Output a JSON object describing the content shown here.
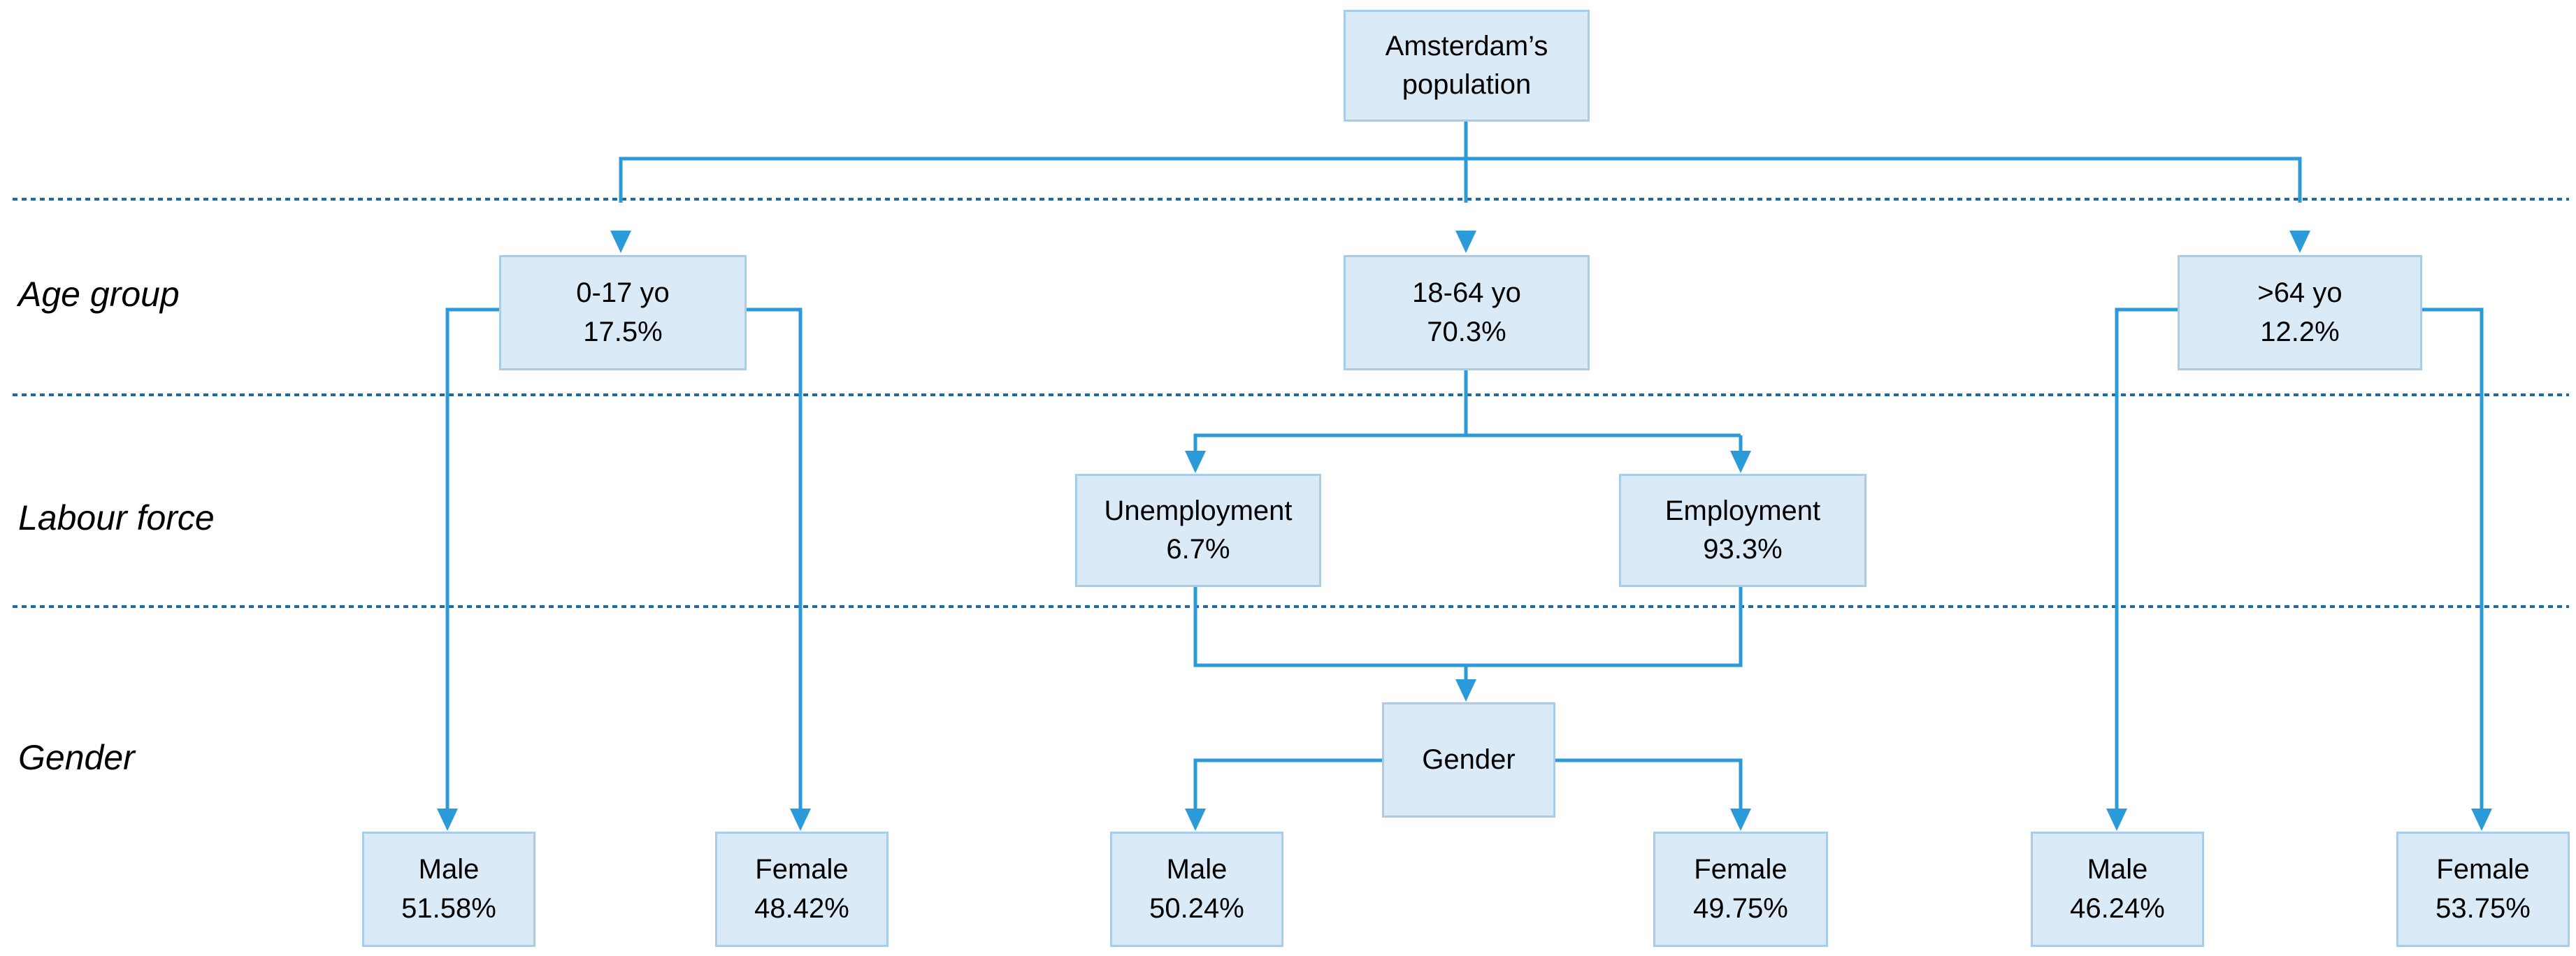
{
  "row_labels": {
    "age": "Age group",
    "labour": "Labour force",
    "gender": "Gender"
  },
  "nodes": {
    "root": {
      "line1": "Amsterdam’s",
      "line2": "population"
    },
    "age_0_17": {
      "line1": "0-17 yo",
      "line2": "17.5%"
    },
    "age_18_64": {
      "line1": "18-64 yo",
      "line2": "70.3%"
    },
    "age_64_plus": {
      "line1": ">64 yo",
      "line2": "12.2%"
    },
    "unemployment": {
      "line1": "Unemployment",
      "line2": "6.7%"
    },
    "employment": {
      "line1": "Employment",
      "line2": "93.3%"
    },
    "gender_hub": {
      "line1": "Gender"
    },
    "male_0_17": {
      "line1": "Male",
      "line2": "51.58%"
    },
    "female_0_17": {
      "line1": "Female",
      "line2": "48.42%"
    },
    "male_18_64": {
      "line1": "Male",
      "line2": "50.24%"
    },
    "female_18_64": {
      "line1": "Female",
      "line2": "49.75%"
    },
    "male_64_plus": {
      "line1": "Male",
      "line2": "46.24%"
    },
    "female_64_plus": {
      "line1": "Female",
      "line2": "53.75%"
    }
  },
  "colors": {
    "node_fill": "#dbeaf7",
    "node_border": "#a8cde9",
    "connector": "#2a9ad8",
    "divider": "#1f6aa5"
  }
}
